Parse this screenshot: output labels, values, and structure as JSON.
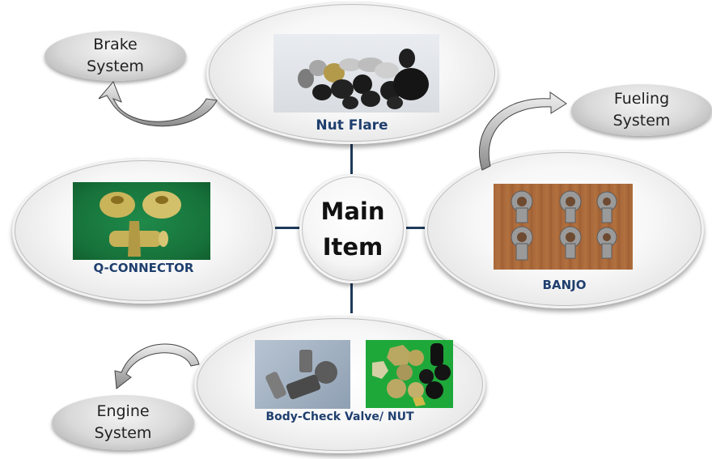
{
  "center": {
    "line1": "Main",
    "line2": "Item"
  },
  "items": {
    "top": {
      "label": "Nut Flare",
      "image_alt": "nut flare parts photo"
    },
    "left": {
      "label": "Q-CONNECTOR",
      "image_alt": "q-connector brass parts photo"
    },
    "right": {
      "label": "BANJO",
      "image_alt": "banjo fittings photo"
    },
    "bottom": {
      "label": "Body-Check Valve/ NUT",
      "image_alt_1": "body check valve photo",
      "image_alt_2": "nuts photo"
    }
  },
  "systems": {
    "brake": {
      "line1": "Brake",
      "line2": "System"
    },
    "fueling": {
      "line1": "Fueling",
      "line2": "System"
    },
    "engine": {
      "line1": "Engine",
      "line2": "System"
    }
  },
  "colors": {
    "label_blue": "#1f3f6e",
    "connector": "#1f3a5a"
  }
}
